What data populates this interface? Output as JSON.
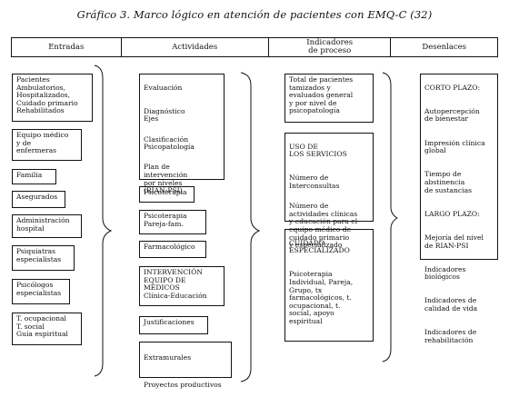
{
  "title": "Gráfico 3. Marco lógico en atención de pacientes con EMQ-C (32)",
  "headers": [
    "Entradas",
    "Actividades",
    "Indicadores\nde proceso",
    "Desenlaces"
  ],
  "entradas": [
    "Pacientes\nAmbulatorios,\nHospitalizados,\nCuidado primario\nRehabilitados",
    "Equipo médico\ny de\nenfermeras",
    "Familia",
    "Asegurados",
    "Administración\nhospital",
    "Psiquiatras\nespecialistas",
    "Psicólogos\nespecialistas",
    "T. ocupacional\nT. social\nGuía espiritual"
  ],
  "actividades": {
    "eval_block": [
      "Evaluación",
      "Diagnóstico\nEjes",
      "Clasificación\nPsicopatología",
      "Plan de\nintervención\npor niveles\n(RIAN-PSI)"
    ],
    "items": [
      "Psicoterapia",
      "Psicoterapia\nPareja-fam.",
      "Farmacológico",
      "INTERVENCIÓN\nEQUIPO DE\nMÉDICOS\nClínica-Educación",
      "Justificaciones"
    ],
    "last_block": [
      "Extramurales",
      "Proyectos productivos"
    ]
  },
  "indicadores": {
    "box1": "Total de pacientes\ntamizados y\nevaluados general\ny por nivel de\npsicopatología",
    "box2": [
      "USO DE\nLOS SERVICIOS",
      "Número de\nInterconsultas",
      "Número de\nactividades clínicas\ny educación para el\nequipo médico de\ncuidado primario\ny especializado"
    ],
    "box3": [
      "CUIDADO\nESPECIALIZADO",
      "Psicoterapia\nIndividual, Pareja,\nGrupo, tx\nfarmacológicos, t.\nocupacional, t.\nsocial, apoyo\nespiritual"
    ]
  },
  "desenlaces": [
    "CORTO PLAZO:",
    "Autopercepción\nde bienestar",
    "Impresión clínica\nglobal",
    "Tiempo de\nabstinencia\nde sustancias",
    "LARGO PLAZO:",
    "Mejoría del nivel\nde RIAN-PSI",
    "Indicadores\nbiológicos",
    "Indicadores de\ncalidad de vida",
    "Indicadores de\nrehabilitación"
  ]
}
